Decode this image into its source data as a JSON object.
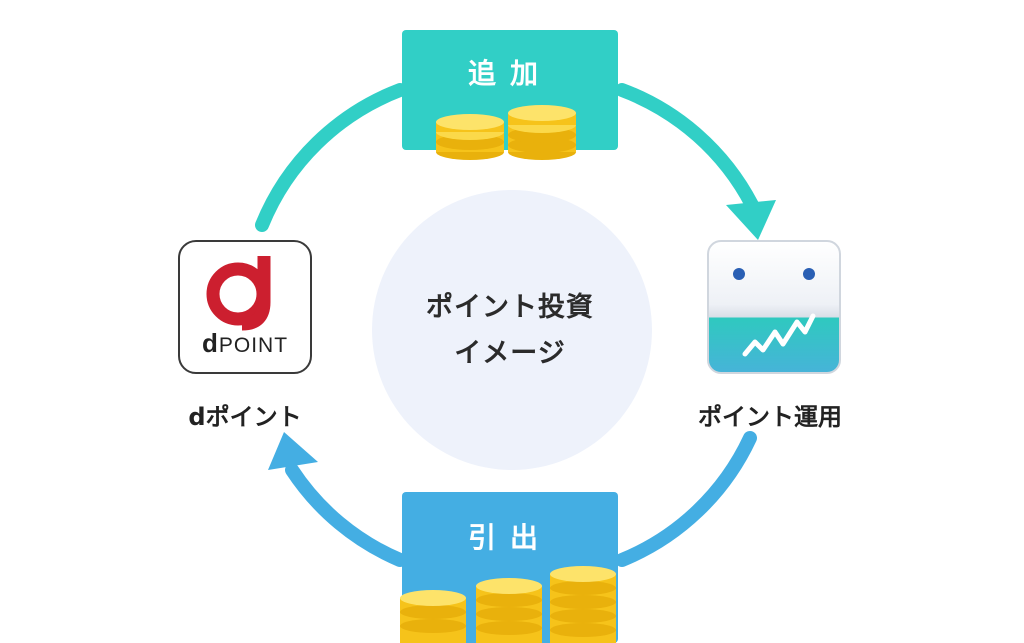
{
  "center": {
    "line1": "ポイント投資",
    "line2": "イメージ"
  },
  "nodes": {
    "add": {
      "label": "追加"
    },
    "withdraw": {
      "label": "引出"
    },
    "dpoint": {
      "label": "dポイント",
      "icon_brand": "POINT",
      "icon_brand_initial": "d",
      "icon": "dpoint-logo-icon"
    },
    "unyo": {
      "label": "ポイント運用",
      "icon": "stock-chart-app-icon"
    }
  },
  "colors": {
    "teal": "#31cfc6",
    "blue": "#44aee3",
    "center_bg": "#eef2fb",
    "coin": "#f6c31a",
    "dpoint_red": "#cc1f2f"
  }
}
